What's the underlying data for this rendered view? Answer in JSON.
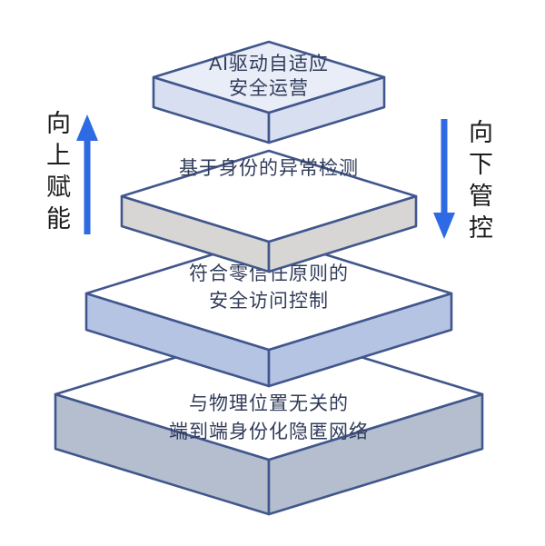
{
  "diagram": {
    "layers": [
      {
        "lines": [
          "AI驱动自适应",
          "安全运营"
        ],
        "top_color": "#E8EDF8",
        "side_color": "#D8DFF1"
      },
      {
        "lines": [
          "基于身份的异常检测"
        ],
        "top_color": "#FFFFFF",
        "side_color": "#D7D6D4"
      },
      {
        "lines": [
          "符合零信任原则的",
          "安全访问控制"
        ],
        "top_color": "#FFFFFF",
        "side_color": "#B6C4E3"
      },
      {
        "lines": [
          "与物理位置无关的",
          "端到端身份化隐匿网络"
        ],
        "top_color": "#FFFFFF",
        "side_color": "#B4BECE"
      }
    ],
    "left_annotation": {
      "label": "向上赋能",
      "arrow_direction": "up"
    },
    "right_annotation": {
      "label": "向下管控",
      "arrow_direction": "down"
    },
    "colors": {
      "outline": "#41568C",
      "arrow": "#2D6AE3",
      "layer_text": "#313C5A",
      "annotation_text": "#1C1C1C",
      "background": "#FFFFFF"
    }
  }
}
